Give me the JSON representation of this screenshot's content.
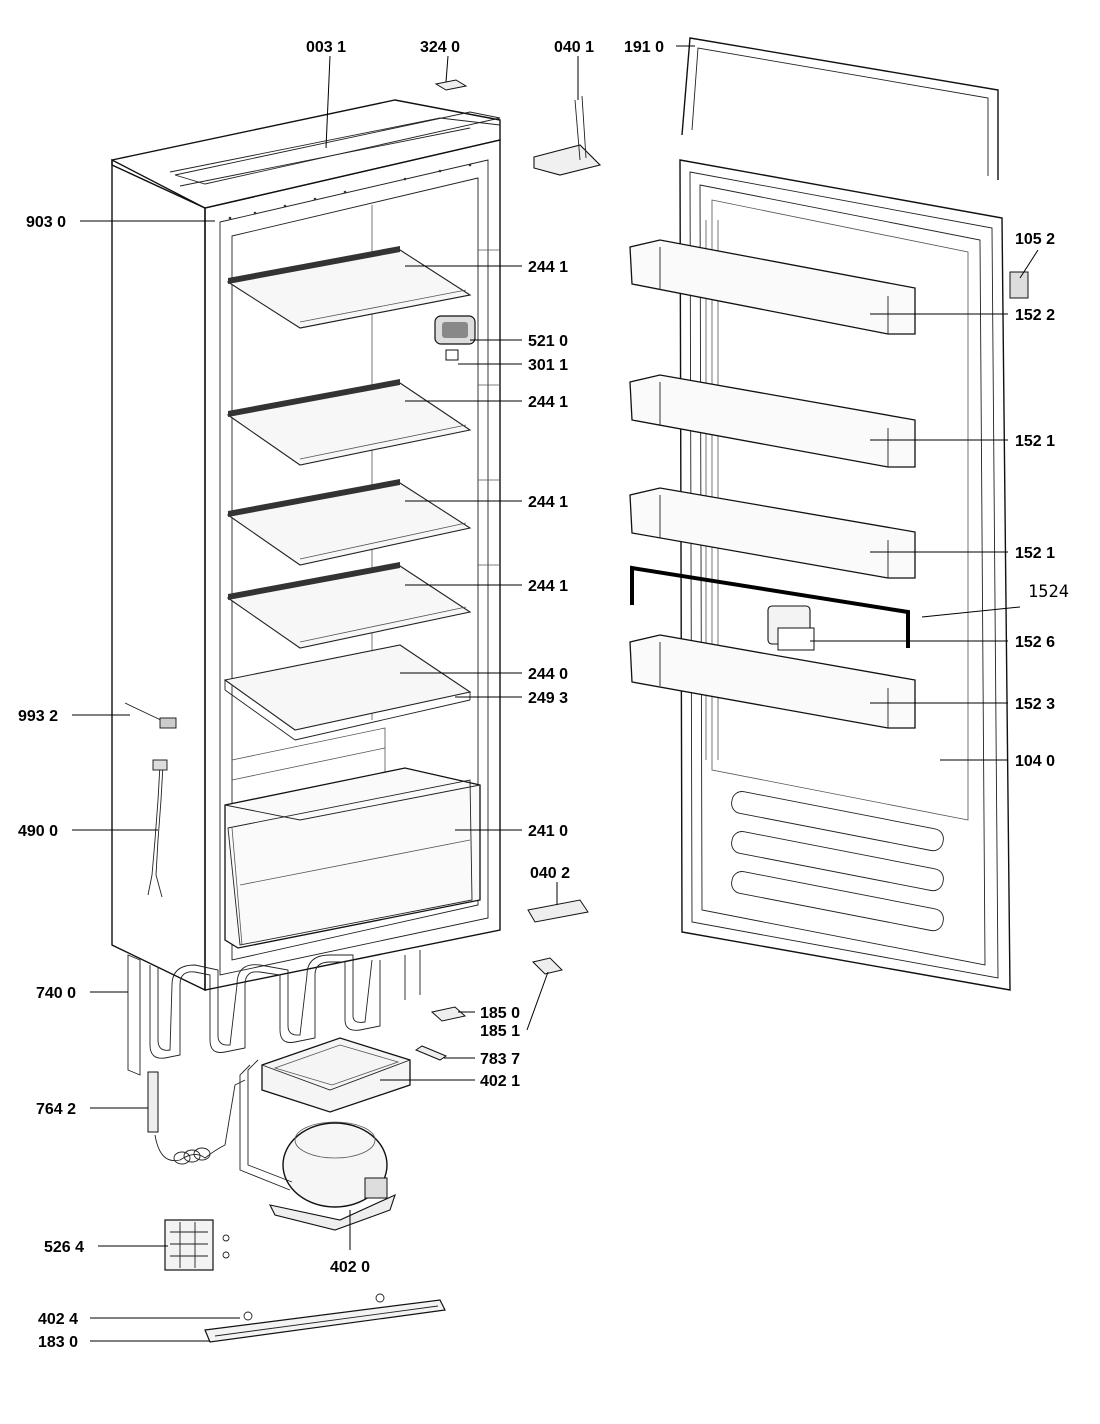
{
  "labels": {
    "p0031": "003 1",
    "p3240": "324 0",
    "p0401": "040 1",
    "p1910": "191 0",
    "p9030": "903 0",
    "p1052": "105 2",
    "p2441a": "244 1",
    "p1522": "152 2",
    "p5210": "521 0",
    "p3011": "301 1",
    "p2441b": "244 1",
    "p1521a": "152 1",
    "p2441c": "244 1",
    "p1521b": "152 1",
    "p1524": "1524",
    "p2441d": "244 1",
    "p1526": "152 6",
    "p2440": "244 0",
    "p9932": "993 2",
    "p2493": "249 3",
    "p1523": "152 3",
    "p1040": "104 0",
    "p4900": "490 0",
    "p2410": "241 0",
    "p0402": "040 2",
    "p7400": "740 0",
    "p1850": "185 0",
    "p1851": "185 1",
    "p7837": "783 7",
    "p4021": "402 1",
    "p7642": "764 2",
    "p5264": "526 4",
    "p4020": "402 0",
    "p4024": "402 4",
    "p1830": "183 0"
  }
}
